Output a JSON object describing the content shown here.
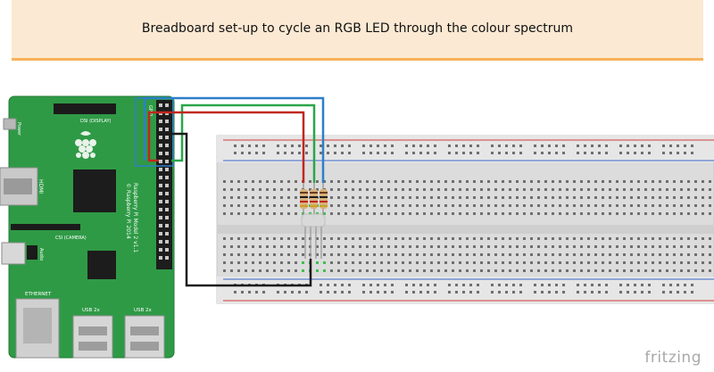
{
  "caption": "Breadboard set-up to cycle an RGB LED through the colour spectrum",
  "board": {
    "model_line1": "Raspberry Pi Model 2 v1.1",
    "model_line2": "© Raspberry Pi 2014",
    "dsi_label": "DSI (DISPLAY)",
    "csi_label": "CSI (CAMERA)",
    "hdmi_label": "HDMI",
    "power_label": "Power",
    "audio_label": "Audio",
    "ethernet_label": "ETHERNET",
    "usb1_label": "USB 2x",
    "usb2_label": "USB 2x",
    "gpio_label": "GPIO"
  },
  "wires": [
    {
      "name": "red-wire",
      "color": "#c0271f"
    },
    {
      "name": "green-wire",
      "color": "#2aa64a"
    },
    {
      "name": "blue-wire",
      "color": "#2d7fc9"
    },
    {
      "name": "ground-wire",
      "color": "#1a1a1a"
    }
  ],
  "colors": {
    "board": "#2f9a46",
    "breadboard": "#dcdcdc",
    "rail_red": "#d23a3a",
    "rail_blue": "#3a66c9"
  },
  "watermark": "fritzing"
}
